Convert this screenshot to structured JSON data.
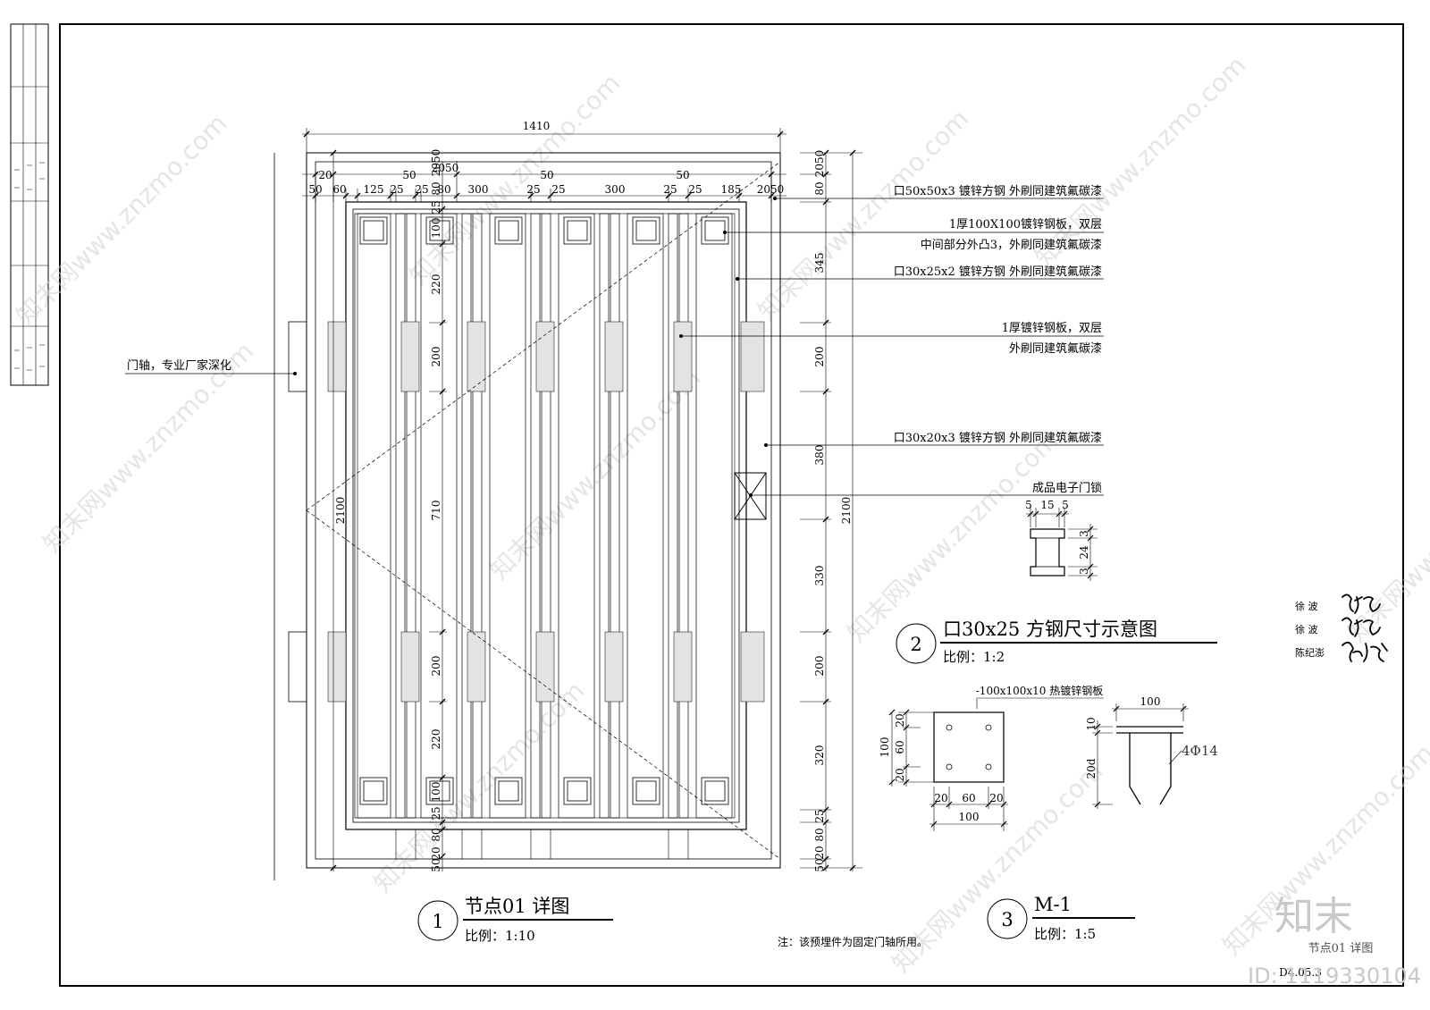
{
  "drawing": {
    "overall_width": "1410",
    "overall_height": "2100",
    "top_dims": {
      "row1": [
        "20",
        "50",
        "2050"
      ],
      "row2": [
        "50",
        "50"
      ],
      "row3": [
        "50",
        "60",
        "125",
        "25",
        "25",
        "80",
        "300",
        "25",
        "25",
        "300",
        "25",
        "25",
        "185",
        "2050"
      ]
    },
    "inner_vertical_dims": [
      "25",
      "100",
      "220",
      "200",
      "710",
      "200",
      "220",
      "100",
      "25",
      "80",
      "20",
      "50"
    ],
    "inner_top_dims": [
      "2050",
      "80",
      "25"
    ],
    "right_vertical_dims": [
      "2050",
      "80",
      "345",
      "200",
      "380",
      "330",
      "200",
      "320",
      "25",
      "80",
      "20",
      "50"
    ],
    "right_total": "2100",
    "left_note": "门轴，专业厂家深化",
    "notes": [
      "口50x50x3 镀锌方钢 外刷同建筑氟碳漆",
      "1厚100X100镀锌钢板，双层",
      "中间部分外凸3，外刷同建筑氟碳漆",
      "口30x25x2 镀锌方钢 外刷同建筑氟碳漆",
      "1厚镀锌钢板，双层",
      "外刷同建筑氟碳漆",
      "口30x20x3 镀锌方钢 外刷同建筑氟碳漆",
      "成品电子门锁"
    ],
    "footnote": "注：该预埋件为固定门轴所用。"
  },
  "section_tube": {
    "dims_top": [
      "5",
      "15",
      "5"
    ],
    "dims_side": [
      "3",
      "24",
      "3"
    ],
    "number": "2",
    "title": "口30x25 方钢尺寸示意图",
    "scale": "比例：1:2"
  },
  "section_plate": {
    "plate_label": "-100x100x10 热镀锌钢板",
    "left_dims": [
      "20",
      "60",
      "20"
    ],
    "left_total": "100",
    "bottom_dims": [
      "20",
      "60",
      "20"
    ],
    "bottom_total": "100",
    "side_top": "100",
    "side_dims": [
      "10",
      "20d"
    ],
    "rebar": "4Φ14",
    "number": "3",
    "title": "M-1",
    "scale": "比例：1:5"
  },
  "section_node": {
    "number": "1",
    "title": "节点01 详图",
    "scale": "比例：1:10"
  },
  "title_block": {
    "names": [
      "徐 波",
      "徐 波",
      "陈纪澎"
    ],
    "drawing_name": "节点01 详图",
    "drawing_no": "D4.05.3"
  },
  "watermarks": {
    "site": "知末网www.znzmo.com",
    "brand": "知末",
    "id": "ID: 1119330104"
  }
}
